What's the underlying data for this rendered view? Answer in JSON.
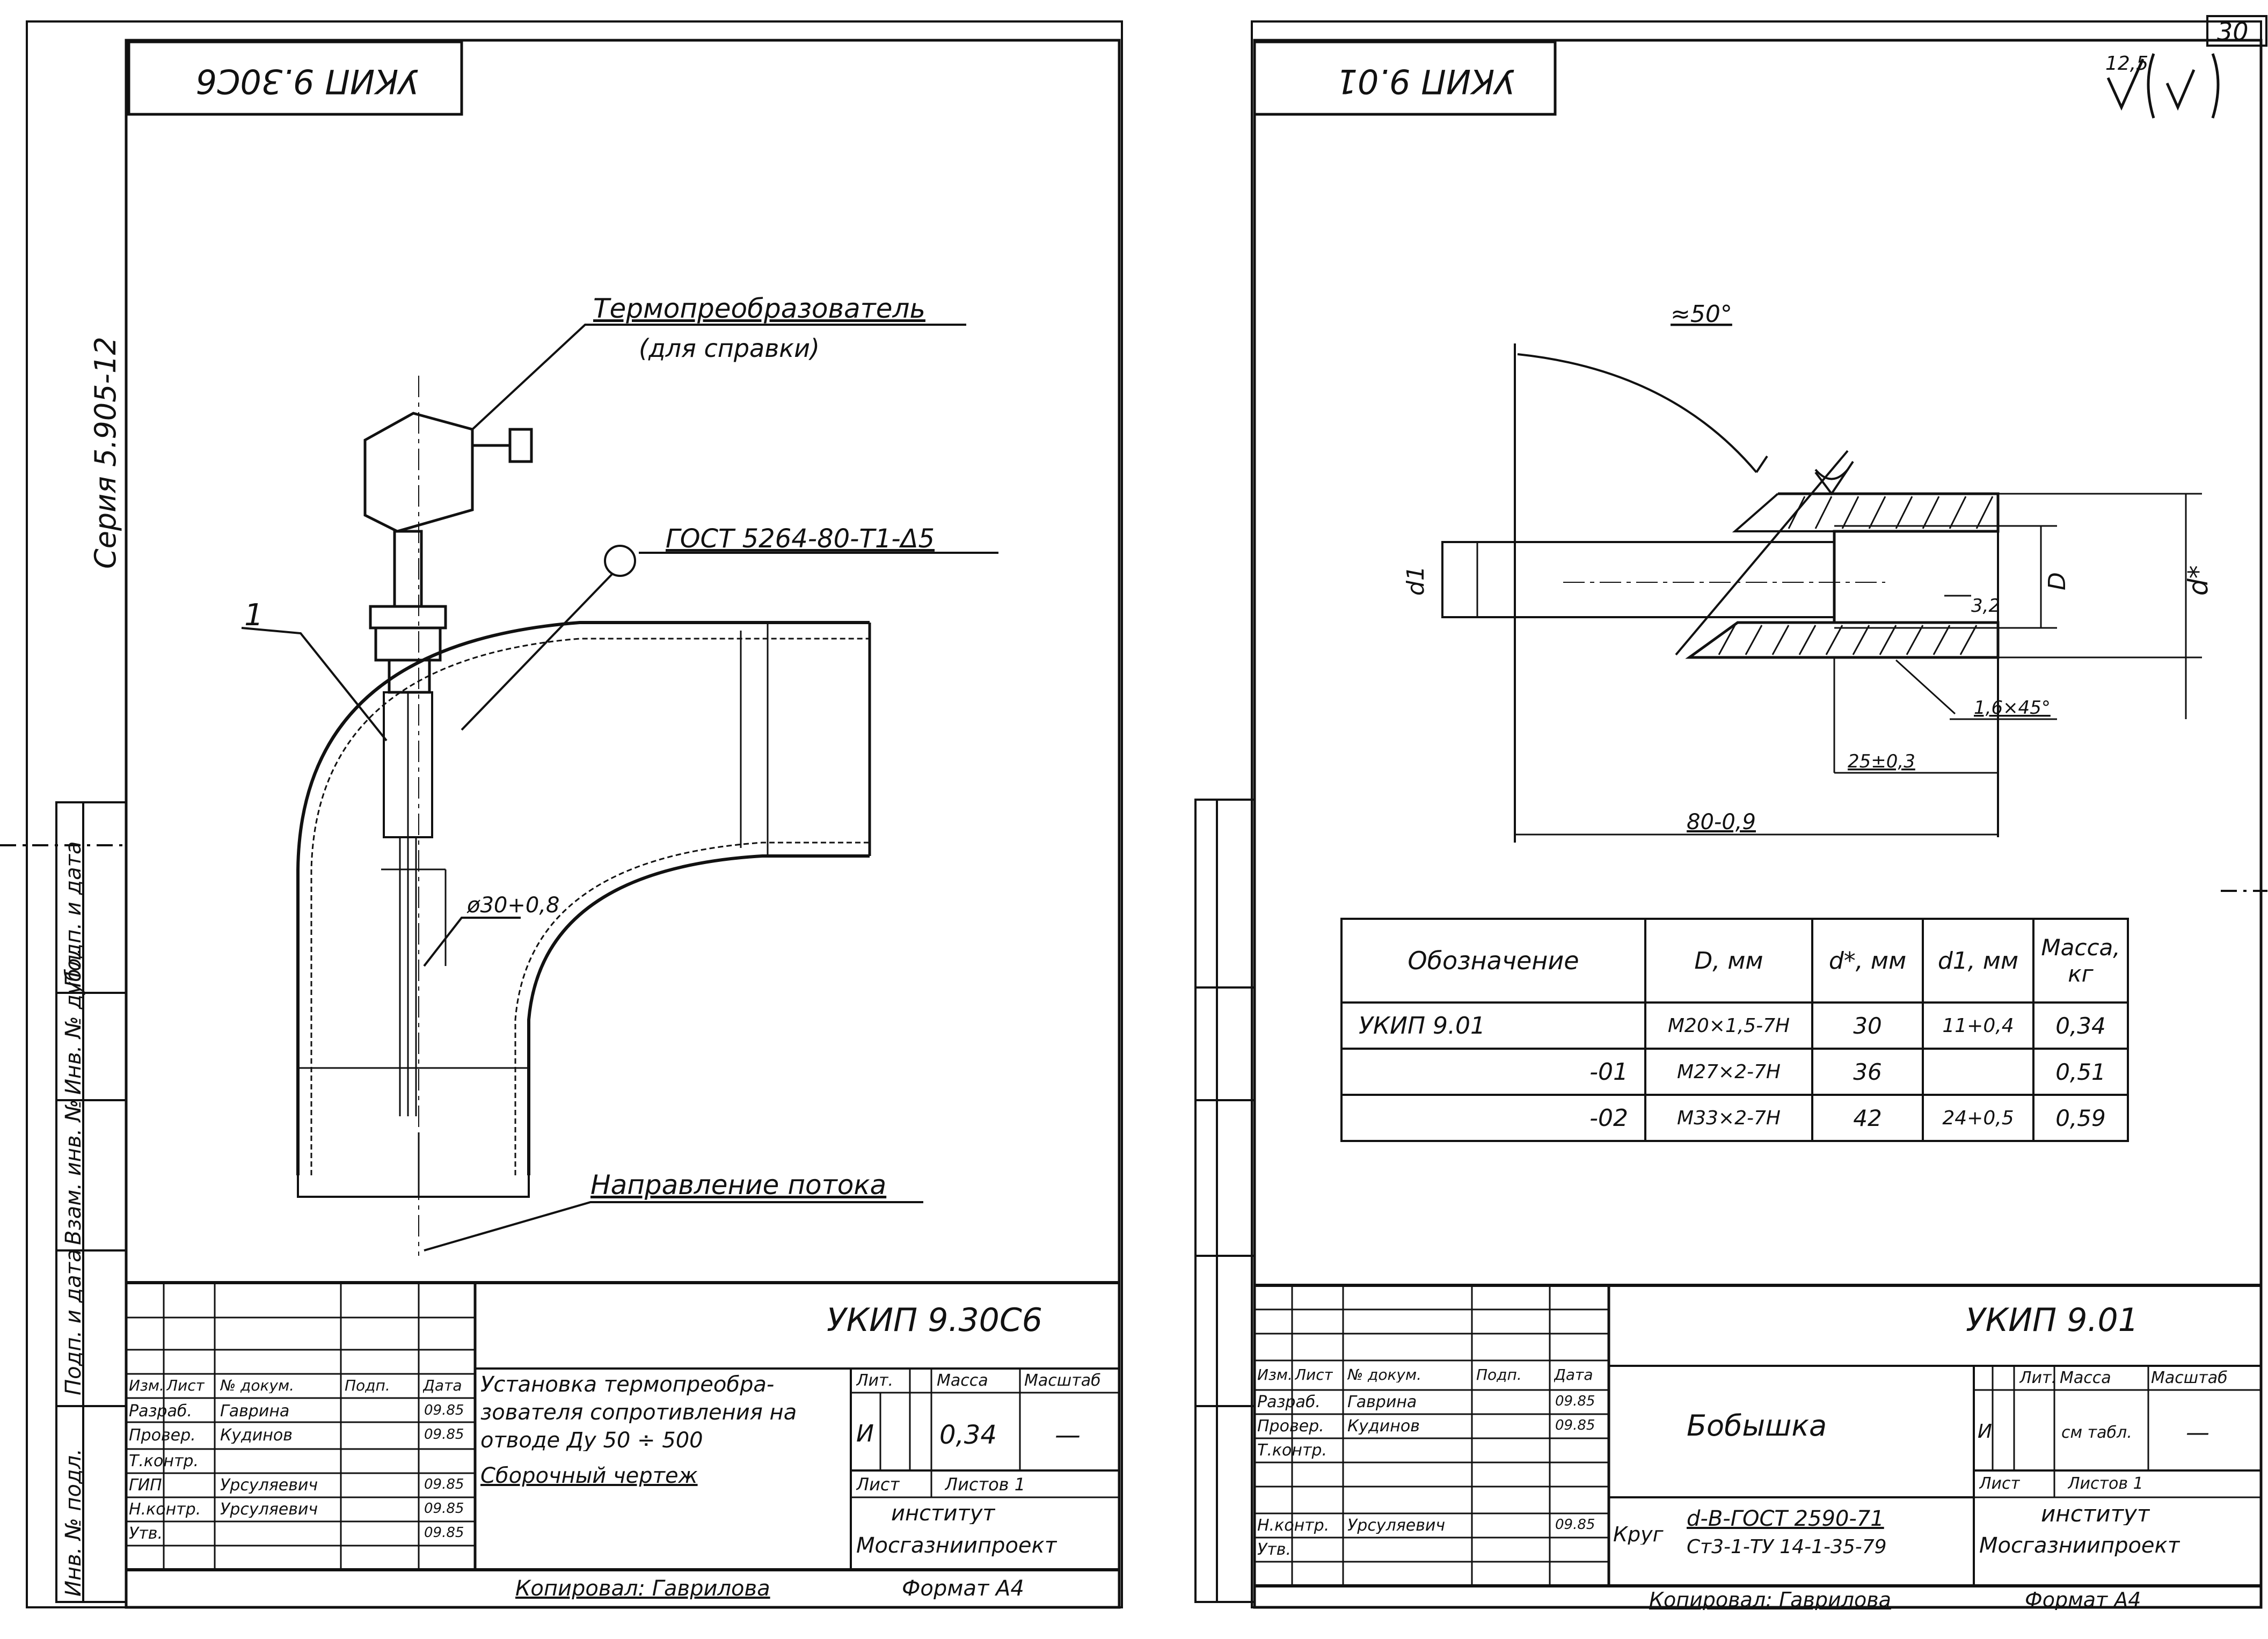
{
  "left": {
    "stamp_code": "УКИП 9.30С6",
    "series": "Серия 5.905-12",
    "callouts": {
      "sensor": "Термопреобразователь",
      "sensor_note": "(для справки)",
      "weld": "ГОСТ 5264-80-Т1-Δ5",
      "item_no": "1",
      "hole": "ø30+0,8",
      "flow": "Направление потока"
    },
    "side_stamps": [
      "Инв. № подл.",
      "Подп. и дата",
      "Взам. инв. №",
      "Инв. № дубл.",
      "Подп. и дата"
    ],
    "titleblock": {
      "code": "УКИП 9.30С6",
      "title_line1": "Установка термопреобра-",
      "title_line2": "зователя сопротивления на",
      "title_line3": "отводе   Ду 50 ÷ 500",
      "title_line4": "Сборочный чертеж",
      "head_izm": "Изм.",
      "head_list": "Лист",
      "head_doc": "№ докум.",
      "head_sign": "Подп.",
      "head_date": "Дата",
      "rows": [
        {
          "role": "Разраб.",
          "name": "Гаврина",
          "date": "09.85"
        },
        {
          "role": "Провер.",
          "name": "Кудинов",
          "date": "09.85"
        },
        {
          "role": "Т.контр.",
          "name": "",
          "date": ""
        },
        {
          "role": "ГИП",
          "name": "Урсуляевич",
          "date": "09.85"
        },
        {
          "role": "Н.контр.",
          "name": "Урсуляевич",
          "date": "09.85"
        },
        {
          "role": "Утв.",
          "name": "",
          "date": "09.85"
        }
      ],
      "lit_label": "Лит.",
      "mass_label": "Масса",
      "scale_label": "Масштаб",
      "lit": "И",
      "mass": "0,34",
      "scale": "—",
      "sheet_label": "Лист",
      "sheets_label": "Листов 1",
      "org_line1": "институт",
      "org_line2": "Мосгазниипроект"
    },
    "copied": "Копировал: Гаврилова",
    "format": "Формат А4"
  },
  "right": {
    "page_no": "30",
    "stamp_code": "УКИП 9.01",
    "roughness": "12,5",
    "dimensions": {
      "angle": "≈50°",
      "d1": "d1",
      "D": "D",
      "d": "d*",
      "rough_inner": "3,2",
      "chamfer": "1,6×45°",
      "thread_len": "25±0,3",
      "length": "80-0,9"
    },
    "table": {
      "headers": [
        "Обозначение",
        "D, мм",
        "d*, мм",
        "d1, мм",
        "Масса, кг"
      ],
      "rows": [
        [
          "УКИП 9.01",
          "М20×1,5-7Н",
          "30",
          "11+0,4",
          "0,34"
        ],
        [
          "-01",
          "М27×2-7Н",
          "36",
          "",
          "0,51"
        ],
        [
          "-02",
          "М33×2-7Н",
          "42",
          "24+0,5",
          "0,59"
        ]
      ]
    },
    "titleblock": {
      "code": "УКИП 9.01",
      "title": "Бобышка",
      "head_izm": "Изм.",
      "head_list": "Лист",
      "head_doc": "№ докум.",
      "head_sign": "Подп.",
      "head_date": "Дата",
      "rows": [
        {
          "role": "Разраб.",
          "name": "Гаврина",
          "date": "09.85"
        },
        {
          "role": "Провер.",
          "name": "Кудинов",
          "date": "09.85"
        },
        {
          "role": "Т.контр.",
          "name": "",
          "date": ""
        },
        {
          "role": "Н.контр.",
          "name": "Урсуляевич",
          "date": "09.85"
        },
        {
          "role": "Утв.",
          "name": "",
          "date": ""
        }
      ],
      "lit_label": "Лит.",
      "mass_label": "Масса",
      "scale_label": "Масштаб",
      "lit": "И",
      "mass": "см табл.",
      "scale": "—",
      "sheet_label": "Лист",
      "sheets_label": "Листов 1",
      "material_prefix": "Круг",
      "material_line1": "d-В-ГОСТ 2590-71",
      "material_line2": "Ст3-1-ТУ 14-1-35-79",
      "org_line1": "институт",
      "org_line2": "Мосгазниипроект"
    },
    "copied": "Копировал: Гаврилова",
    "format": "Формат А4"
  }
}
